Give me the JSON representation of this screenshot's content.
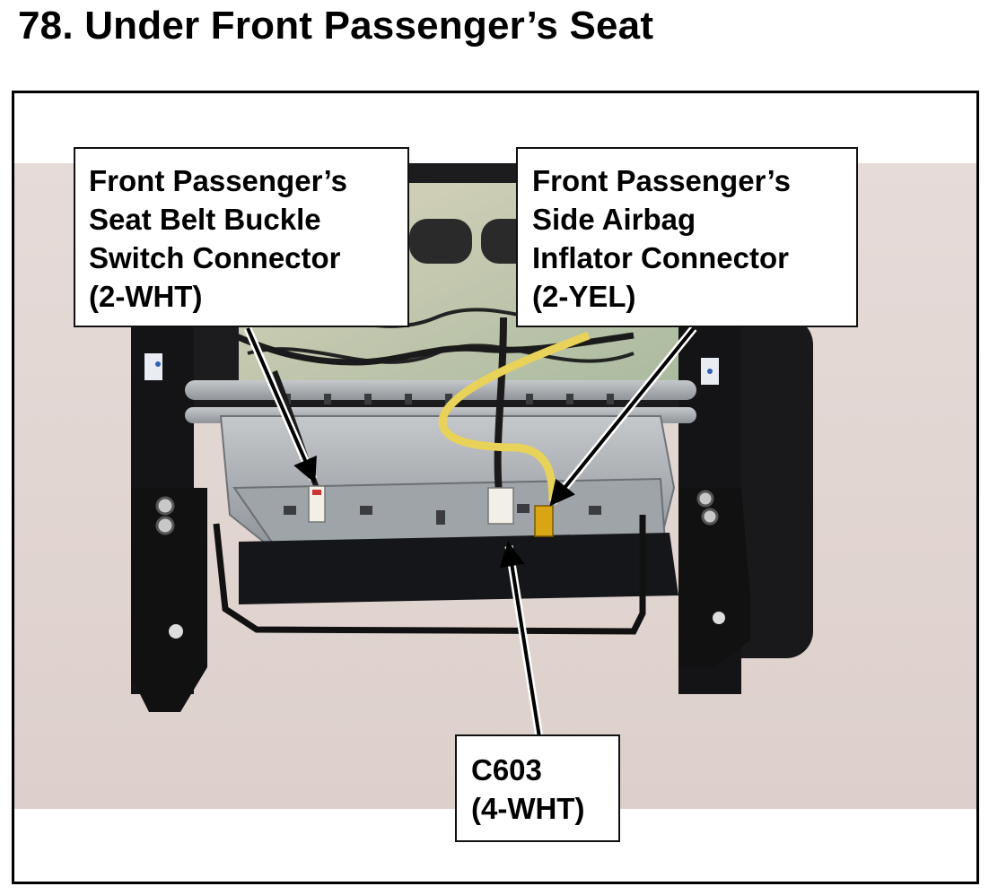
{
  "title": "78.  Under Front Passenger’s Seat",
  "callouts": {
    "buckle": {
      "lines": [
        "Front Passenger’s",
        "Seat Belt Buckle",
        "Switch Connector",
        "(2-WHT)"
      ]
    },
    "airbag": {
      "lines": [
        "Front Passenger’s",
        "Side Airbag",
        "Inflator Connector",
        "(2-YEL)"
      ]
    },
    "c603": {
      "lines": [
        "C603",
        "(4-WHT)"
      ]
    }
  },
  "colors": {
    "connector_white": "#f2efe6",
    "connector_yellow": "#d9a514",
    "harness_yellow": "#e8d25a",
    "backdrop": "#e4d7d3"
  }
}
